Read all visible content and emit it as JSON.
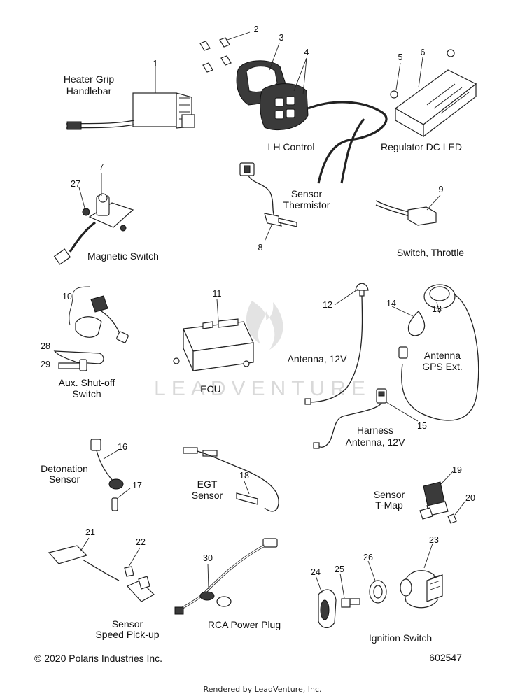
{
  "watermark": "LEADVENTURE",
  "labels": {
    "heater_grip": [
      "Heater Grip",
      "Handlebar"
    ],
    "lh_control": "LH Control",
    "regulator": "Regulator DC LED",
    "sensor_thermistor": [
      "Sensor",
      "Thermistor"
    ],
    "switch_throttle": "Switch, Throttle",
    "magnetic_switch": "Magnetic Switch",
    "aux_shutoff": [
      "Aux. Shut-off",
      "Switch"
    ],
    "ecu": "ECU",
    "antenna_12v": "Antenna, 12V",
    "antenna_gps": [
      "Antenna",
      "GPS Ext."
    ],
    "harness_antenna": [
      "Harness",
      "Antenna, 12V"
    ],
    "detonation_sensor": [
      "Detonation",
      "Sensor"
    ],
    "egt_sensor": [
      "EGT",
      "Sensor"
    ],
    "sensor_tmap": [
      "Sensor",
      "T-Map"
    ],
    "sensor_speed": [
      "Sensor",
      "Speed Pick-up"
    ],
    "rca_plug": "RCA Power Plug",
    "ignition_switch": "Ignition Switch"
  },
  "callouts": {
    "n1": "1",
    "n2": "2",
    "n3": "3",
    "n4": "4",
    "n5": "5",
    "n6": "6",
    "n7": "7",
    "n8": "8",
    "n9": "9",
    "n10": "10",
    "n11": "11",
    "n12": "12",
    "n13": "13",
    "n14": "14",
    "n15": "15",
    "n16": "16",
    "n17": "17",
    "n18": "18",
    "n19": "19",
    "n20": "20",
    "n21": "21",
    "n22": "22",
    "n23": "23",
    "n24": "24",
    "n25": "25",
    "n26": "26",
    "n27": "27",
    "n28": "28",
    "n29": "29",
    "n30": "30"
  },
  "footer": {
    "copyright": "© 2020 Polaris Industries Inc.",
    "diagram_id": "602547",
    "rendered_by": "Rendered by LeadVenture, Inc."
  }
}
